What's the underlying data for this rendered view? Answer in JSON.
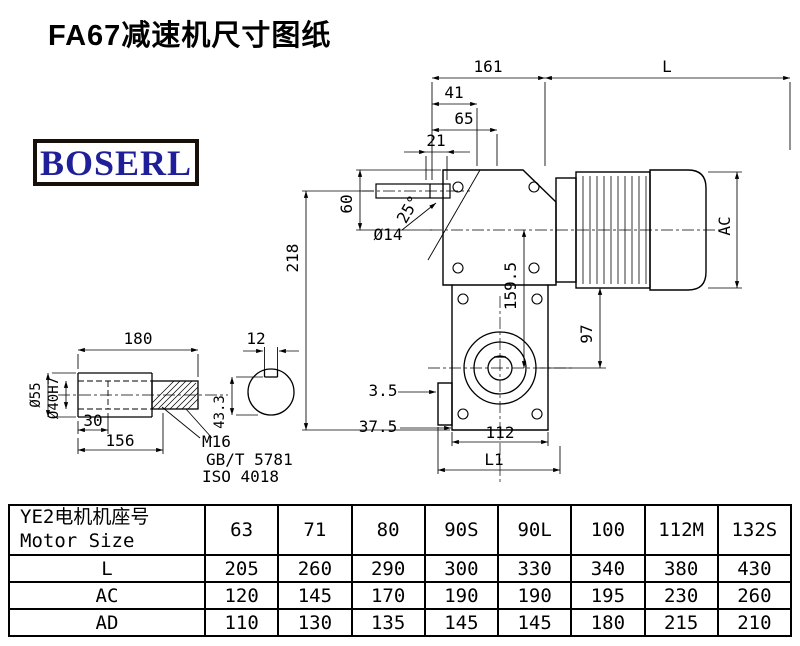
{
  "page": {
    "title": "FA67减速机尺寸图纸"
  },
  "logo": {
    "text": "BOSERL"
  },
  "colors": {
    "logo_text": "#1f1f9a",
    "line": "#000000",
    "background": "#ffffff"
  },
  "drawing": {
    "dims": {
      "d161": "161",
      "dL": "L",
      "d41": "41",
      "d65": "65",
      "d21": "21",
      "d60": "60",
      "d218": "218",
      "d14": "Ø14",
      "d25": "25°",
      "d159_5": "159.5",
      "dAC": "AC",
      "d97": "97",
      "d3_5": "3.5",
      "d37_5": "37.5",
      "d112": "112",
      "dL1": "L1"
    },
    "shaft": {
      "d180": "180",
      "d12": "12",
      "d55": "Ø55",
      "d40": "Ø40H7",
      "d30": "30",
      "d156": "156",
      "d43_3": "43.3",
      "m16": "M16",
      "gb": "GB/T 5781",
      "iso": "ISO 4018"
    }
  },
  "table": {
    "header": {
      "line1": "YE2电机机座号",
      "line2": "Motor Size"
    },
    "sizes": [
      "63",
      "71",
      "80",
      "90S",
      "90L",
      "100",
      "112M",
      "132S"
    ],
    "rows": [
      {
        "label": "L",
        "values": [
          "205",
          "260",
          "290",
          "300",
          "330",
          "340",
          "380",
          "430"
        ]
      },
      {
        "label": "AC",
        "values": [
          "120",
          "145",
          "170",
          "190",
          "190",
          "195",
          "230",
          "260"
        ]
      },
      {
        "label": "AD",
        "values": [
          "110",
          "130",
          "135",
          "145",
          "145",
          "180",
          "215",
          "210"
        ]
      }
    ]
  }
}
